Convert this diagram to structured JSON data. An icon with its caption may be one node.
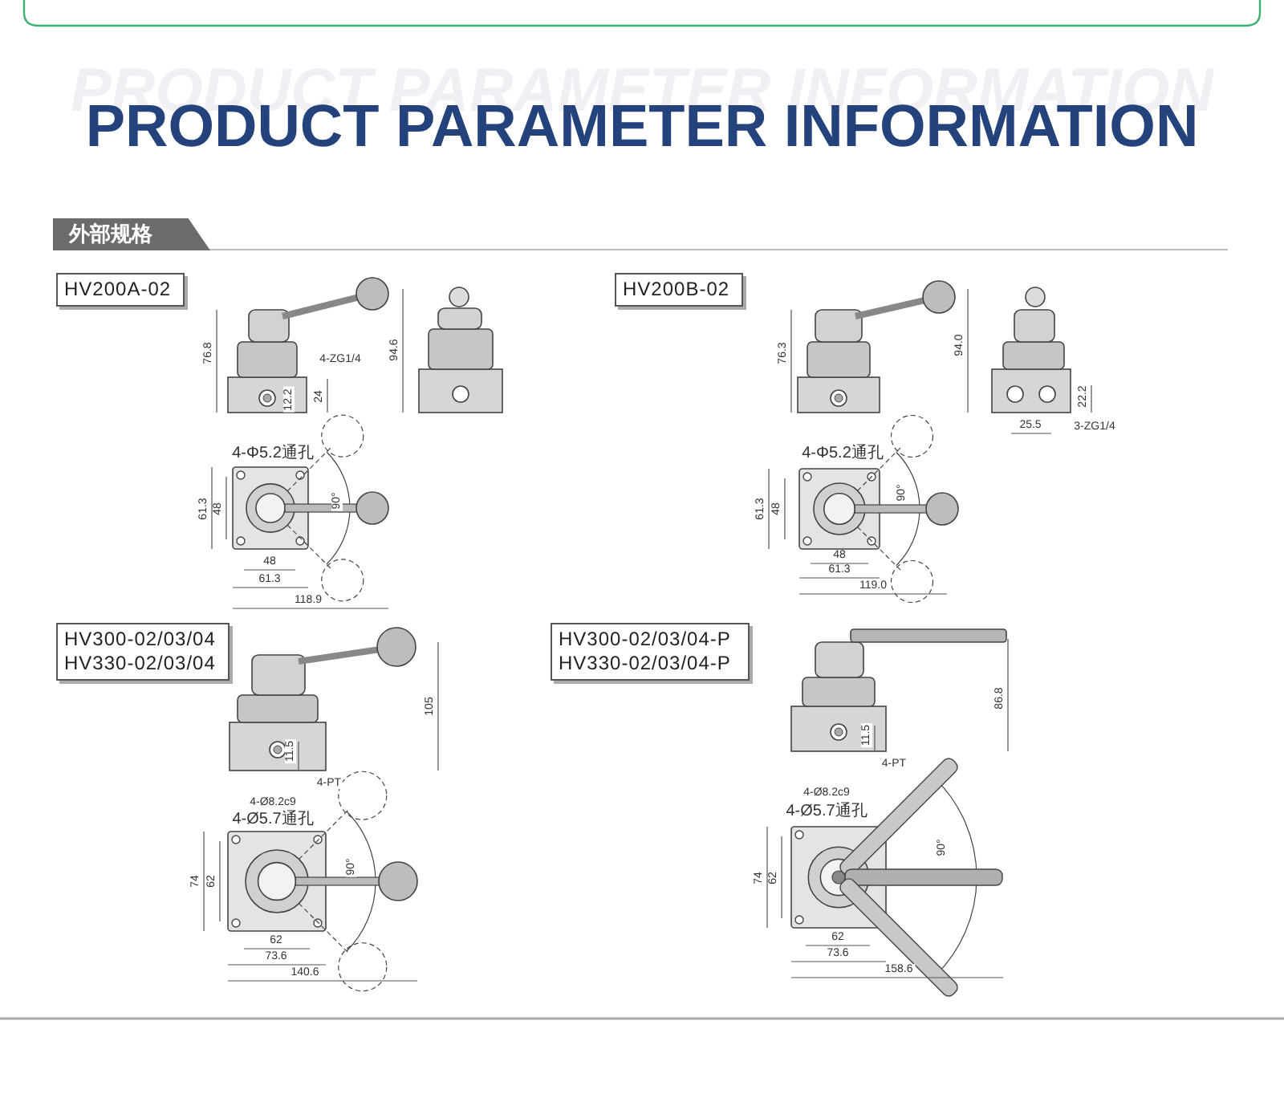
{
  "diagram": {
    "title": "PRODUCT PARAMETER INFORMATION",
    "nodes": [
      {
        "text": [
          "HV200A-02"
        ]
      },
      {
        "text": [
          "HV200B-02"
        ]
      },
      {
        "text": [
          "HV300-02/03/04 HV330-02/03/04"
        ]
      },
      {
        "text": [
          "HV300-02/03/04-P HV330-02/03/04-P"
        ]
      }
    ],
    "labels": [
      "PRODUCT PARAMETER INFORMATION",
      "外部规格",
      "76.8",
      "4-ZG1/4",
      "94.6",
      "24",
      "12.2",
      "4-Φ5.2通孔",
      "61.3",
      "48",
      "90°",
      "48",
      "61.3",
      "118.9",
      "76.3",
      "94.0",
      "22.2",
      "25.5",
      "3-ZG1/4",
      "4-Φ5.2通孔",
      "61.3",
      "48",
      "90°",
      "48",
      "61.3",
      "119.0",
      "105",
      "11.5",
      "4-PT",
      "4-Ø8.2c9",
      "4-Ø5.7通孔",
      "74",
      "62",
      "90°",
      "62",
      "73.6",
      "140.6",
      "86.8",
      "11.5",
      "4-PT",
      "4-Ø8.2c9",
      "4-Ø5.7通孔",
      "74",
      "62",
      "90°",
      "62",
      "73.6",
      "158.6"
    ]
  }
}
